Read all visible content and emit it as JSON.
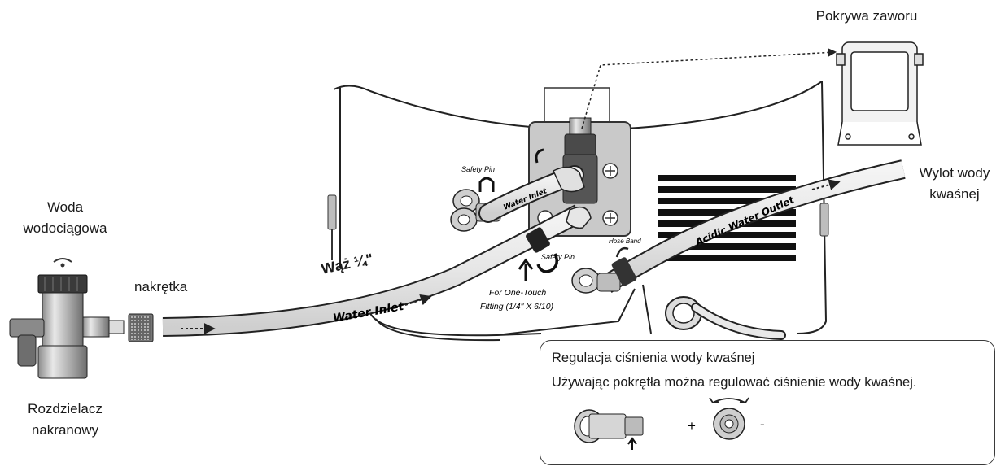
{
  "labels": {
    "valve_cover": "Pokrywa zaworu",
    "tap_water_line1": "Woda",
    "tap_water_line2": "wodociągowa",
    "nut": "nakrętka",
    "hose": "Wąż ¼\"",
    "acid_outlet_line1": "Wylot wody",
    "acid_outlet_line2": "kwaśnej",
    "diverter_line1": "Rozdzielacz",
    "diverter_line2": "nakranowy"
  },
  "device_text": {
    "safety_pin_left": "Safety Pin",
    "safety_pin_right": "Safety Pin",
    "hose_band": "Hose Band",
    "water_inlet_small": "Water Inlet",
    "water_inlet_tube": "Water Inlet",
    "acidic_water_outlet": "Acidic Water Outlet",
    "one_touch_line1": "For One-Touch",
    "one_touch_line2": "Fitting (1/4\" X 6/10)"
  },
  "callout": {
    "title": "Regulacja ciśnienia wody kwaśnej",
    "description": "Używając pokrętła można regulować ciśnienie wody kwaśnej.",
    "plus": "+",
    "minus": "-"
  }
}
